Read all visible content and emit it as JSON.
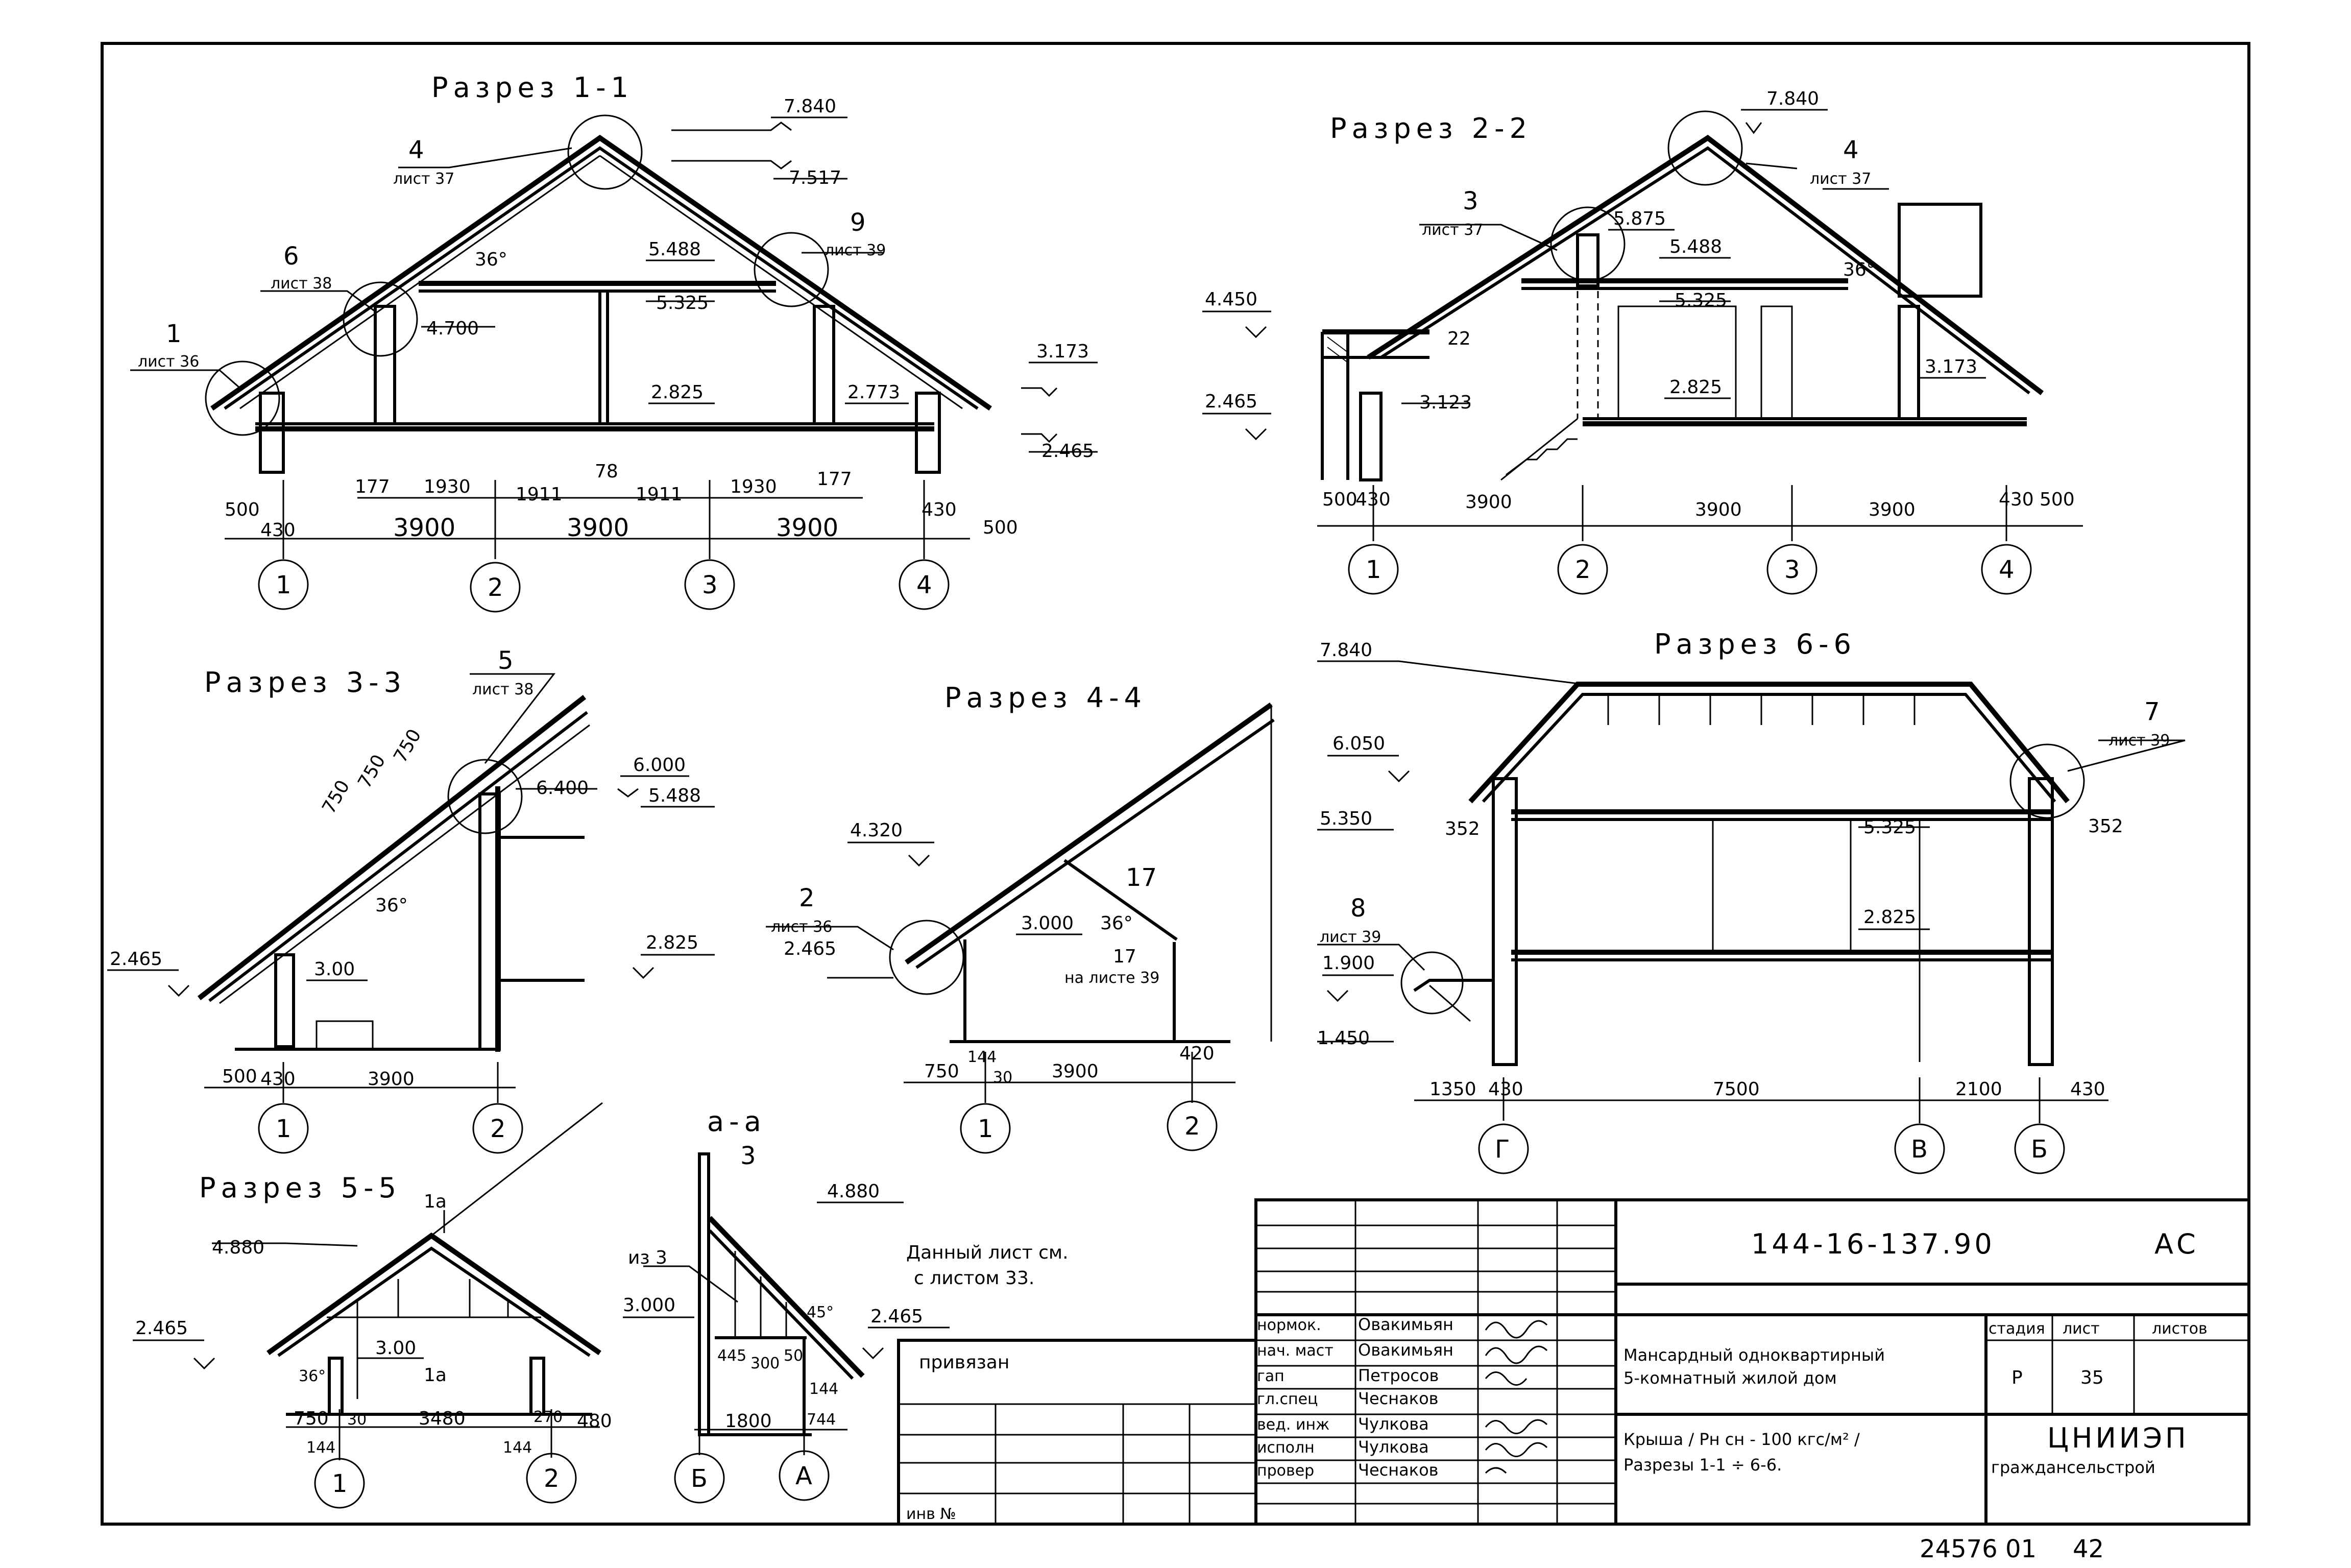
{
  "sections": {
    "s11": {
      "title": "Разрез 1-1",
      "marks": [
        "7.840",
        "7.517",
        "5.488",
        "5.325",
        "4.700",
        "2.825",
        "2.773",
        "3.173",
        "2.465"
      ],
      "callouts": [
        {
          "num": "4",
          "sheet": "лист 37"
        },
        {
          "num": "9",
          "sheet": "лист 39"
        },
        {
          "num": "6",
          "sheet": "лист 38"
        },
        {
          "num": "1",
          "sheet": "лист 36"
        }
      ],
      "angle": "36°",
      "dims_top": [
        "177",
        "1930",
        "1911",
        "78",
        "1911",
        "1930",
        "177"
      ],
      "dims_bottom": [
        "500",
        "430",
        "3900",
        "3900",
        "3900",
        "430",
        "500"
      ],
      "axes": [
        "1",
        "2",
        "3",
        "4"
      ]
    },
    "s22": {
      "title": "Разрез 2-2",
      "marks": [
        "7.840",
        "5.875",
        "5.488",
        "5.325",
        "4.450",
        "2.465",
        "3.123",
        "2.825",
        "3.173"
      ],
      "callouts": [
        {
          "num": "3",
          "sheet": "лист 37"
        },
        {
          "num": "4",
          "sheet": "лист 37"
        }
      ],
      "extra": "22",
      "angle": "36°",
      "dims": [
        "500",
        "430",
        "3900",
        "3900",
        "3900",
        "430",
        "500"
      ],
      "axes": [
        "1",
        "2",
        "3",
        "4"
      ]
    },
    "s33": {
      "title": "Разрез 3-3",
      "callout": {
        "num": "5",
        "sheet": "лист 38"
      },
      "dims_slope": [
        "750",
        "750",
        "750"
      ],
      "marks": [
        "6.000",
        "6.400",
        "5.488",
        "2.825",
        "2.465",
        "3.00"
      ],
      "angle": "36°",
      "dims": [
        "500",
        "430",
        "3900"
      ],
      "axes": [
        "1",
        "2"
      ]
    },
    "s44": {
      "title": "Разрез 4-4",
      "marks": [
        "4.320",
        "2.465",
        "3.000"
      ],
      "callout": {
        "num": "2",
        "sheet": "лист 36"
      },
      "note17": "17",
      "note17b": "17",
      "note17c": "на листе 39",
      "angle": "36°",
      "dims": [
        "750",
        "144",
        "30",
        "3900",
        "420"
      ],
      "axes": [
        "1",
        "2"
      ]
    },
    "s66": {
      "title": "Разрез 6-6",
      "marks": [
        "7.840",
        "6.050",
        "5.350",
        "5.325",
        "2.825",
        "1.900",
        "1.450"
      ],
      "callouts": [
        {
          "num": "7",
          "sheet": "лист 39"
        },
        {
          "num": "8",
          "sheet": "лист 39"
        }
      ],
      "dims352": [
        "352",
        "352"
      ],
      "dims": [
        "1350",
        "430",
        "7500",
        "2100",
        "430"
      ],
      "axes": [
        "Г",
        "В",
        "Б"
      ]
    },
    "s55": {
      "title": "Разрез 5-5",
      "marks": [
        "4.880",
        "2.465",
        "3.00"
      ],
      "cut": "1a",
      "angle": "36°",
      "dims": [
        "750",
        "30",
        "3480",
        "270",
        "480",
        "144",
        "144"
      ],
      "axes": [
        "1",
        "2"
      ]
    },
    "saa": {
      "title": "а-а",
      "marks": [
        "4.880",
        "3.000",
        "2.465"
      ],
      "labels": [
        "3",
        "из 3"
      ],
      "angle": "45°",
      "dims": [
        "445",
        "300",
        "50",
        "144",
        "1800",
        "744"
      ],
      "axes": [
        "Б",
        "А"
      ]
    },
    "note": [
      "Данный лист см.",
      "с листом 33."
    ]
  },
  "title_block": {
    "code": "144-16-137.90",
    "code_suffix": "АС",
    "privyazan": "привязан",
    "inv": "инв №",
    "roles": [
      {
        "role": "нормок.",
        "name": "Овакимьян"
      },
      {
        "role": "нач. маст",
        "name": "Овакимьян"
      },
      {
        "role": "гап",
        "name": "Петросов"
      },
      {
        "role": "гл.спец",
        "name": "Чеснаков"
      },
      {
        "role": "вед. инж",
        "name": "Чулкова"
      },
      {
        "role": "исполн",
        "name": "Чулкова"
      },
      {
        "role": "провер",
        "name": "Чеснаков"
      }
    ],
    "project_line1": "Мансардный одноквартирный",
    "project_line2": "5-комнатный жилой дом",
    "sheet_line1": "Крыша / Pн сн - 100 кгс/м² /",
    "sheet_line2": "Разрезы 1-1 ÷ 6-6.",
    "col_stage": "стадия",
    "col_sheet": "лист",
    "col_sheets": "листов",
    "stage": "Р",
    "sheet": "35",
    "sheets": "",
    "org_line1": "ЦНИИЭП",
    "org_line2": "граждансельстрой",
    "bottom_code": "24576 01",
    "bottom_num": "42"
  }
}
